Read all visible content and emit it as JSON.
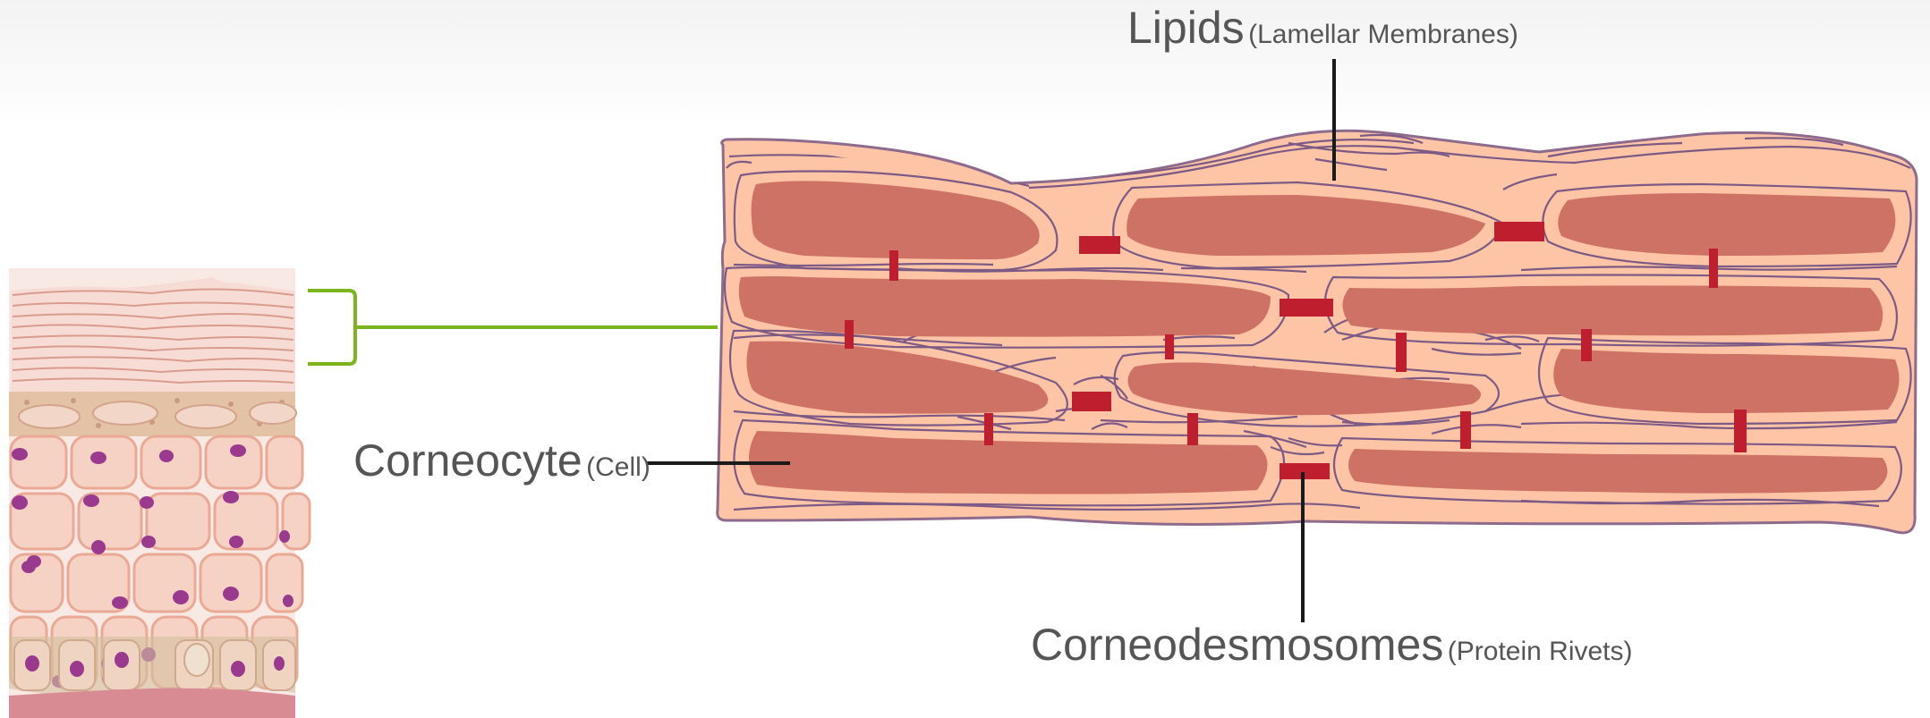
{
  "labels": {
    "lipids": {
      "main": "Lipids",
      "sub": "(Lamellar Membranes)"
    },
    "corneocyte": {
      "main": "Corneocyte",
      "sub": "(Cell)"
    },
    "corneodesmosomes": {
      "main": "Corneodesmosomes",
      "sub": "(Protein Rivets)"
    }
  },
  "colors": {
    "matrix_fill": "#fdc4a5",
    "matrix_stroke": "#8e6a8c",
    "lipid_line": "#7d5a85",
    "corneocyte_fill": "#cd7265",
    "rivet": "#be1e2d",
    "bracket": "#7ab51d",
    "leader": "#1a1a1a",
    "nucleus": "#9a3a8e",
    "skin_cell": "#f6d2c4"
  },
  "icons": {
    "skin_cross_section": "skin-layers-illustration",
    "zoom_bracket": "bracket-icon"
  }
}
